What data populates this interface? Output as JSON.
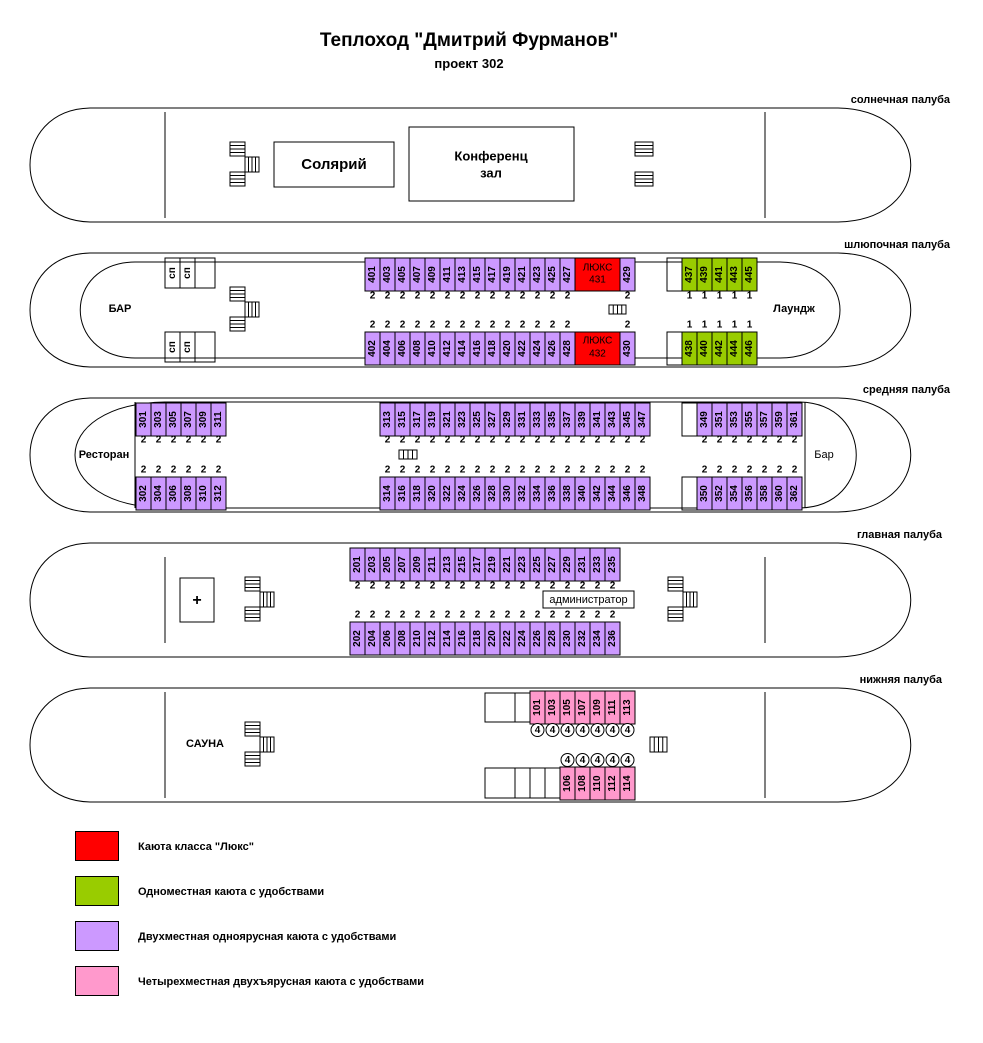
{
  "header": {
    "title": "Теплоход \"Дмитрий Фурманов\"",
    "subtitle": "проект 302"
  },
  "colors": {
    "lux": "#ff0000",
    "single": "#99cc00",
    "double": "#cc99ff",
    "quad": "#ff99cc",
    "outline": "#000000",
    "background": "#ffffff"
  },
  "decks": {
    "sun": {
      "name": "солнечная палуба",
      "solarium": "Солярий",
      "conference_line1": "Конференц",
      "conference_line2": "зал"
    },
    "boat": {
      "name": "шлюпочная палуба",
      "bar": "БАР",
      "lounge": "Лаундж",
      "sp": "сп",
      "top_cabins": [
        "401",
        "403",
        "405",
        "407",
        "409",
        "411",
        "413",
        "415",
        "417",
        "419",
        "421",
        "423",
        "425",
        "427"
      ],
      "top_lux": {
        "line1": "ЛЮКС",
        "line2": "431"
      },
      "top_after_lux": [
        "429"
      ],
      "bottom_cabins": [
        "402",
        "404",
        "406",
        "408",
        "410",
        "412",
        "414",
        "416",
        "418",
        "420",
        "422",
        "424",
        "426",
        "428"
      ],
      "bottom_lux": {
        "line1": "ЛЮКС",
        "line2": "432"
      },
      "bottom_after_lux": [
        "430"
      ],
      "top_single": [
        "437",
        "439",
        "441",
        "443",
        "445"
      ],
      "bottom_single": [
        "438",
        "440",
        "442",
        "444",
        "446"
      ],
      "double_count": "2",
      "single_count": "1"
    },
    "middle": {
      "name": "средняя палуба",
      "restaurant": "Ресторан",
      "bar": "Бар",
      "fwd_top": [
        "301",
        "303",
        "305",
        "307",
        "309",
        "311"
      ],
      "fwd_bottom": [
        "302",
        "304",
        "306",
        "308",
        "310",
        "312"
      ],
      "mid_top": [
        "313",
        "315",
        "317",
        "319",
        "321",
        "323",
        "325",
        "327",
        "329",
        "331",
        "333",
        "335",
        "337",
        "339",
        "341",
        "343",
        "345",
        "347"
      ],
      "mid_bottom": [
        "314",
        "316",
        "318",
        "320",
        "322",
        "324",
        "326",
        "328",
        "330",
        "332",
        "334",
        "336",
        "338",
        "340",
        "342",
        "344",
        "346",
        "348"
      ],
      "aft_top": [
        "349",
        "351",
        "353",
        "355",
        "357",
        "359",
        "361"
      ],
      "aft_bottom": [
        "350",
        "352",
        "354",
        "356",
        "358",
        "360",
        "362"
      ],
      "count": "2"
    },
    "main": {
      "name": "главная палуба",
      "medical": "+",
      "administrator": "администратор",
      "top": [
        "201",
        "203",
        "205",
        "207",
        "209",
        "211",
        "213",
        "215",
        "217",
        "219",
        "221",
        "223",
        "225",
        "227",
        "229",
        "231",
        "233",
        "235"
      ],
      "bottom": [
        "202",
        "204",
        "206",
        "208",
        "210",
        "212",
        "214",
        "216",
        "218",
        "220",
        "222",
        "224",
        "226",
        "228",
        "230",
        "232",
        "234",
        "236"
      ],
      "count": "2"
    },
    "lower": {
      "name": "нижняя палуба",
      "sauna": "САУНА",
      "top": [
        "101",
        "103",
        "105",
        "107",
        "109",
        "111",
        "113"
      ],
      "bottom": [
        "106",
        "108",
        "110",
        "112",
        "114"
      ],
      "count": "4"
    }
  },
  "legend": [
    {
      "label": "Каюта класса \"Люкс\"",
      "color": "#ff0000"
    },
    {
      "label": "Одноместная каюта с удобствами",
      "color": "#99cc00"
    },
    {
      "label": "Двухместная одноярусная каюта с удобствами",
      "color": "#cc99ff"
    },
    {
      "label": "Четырехместная двухъярусная каюта с удобствами",
      "color": "#ff99cc"
    }
  ]
}
